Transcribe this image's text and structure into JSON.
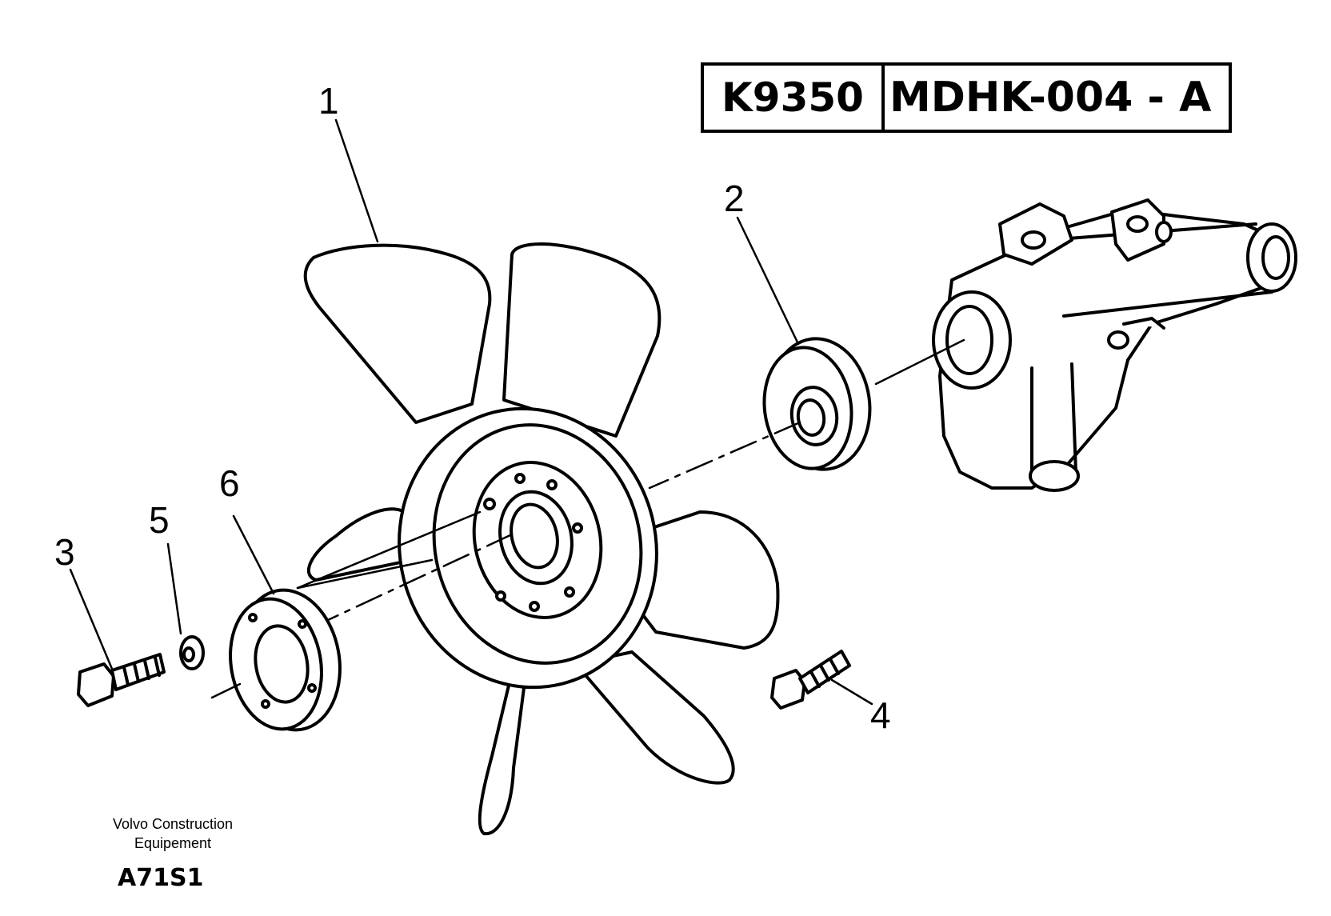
{
  "reference": {
    "code": "K9350",
    "section": "MDHK-004 - A"
  },
  "callouts": [
    {
      "number": "1",
      "part": "fan"
    },
    {
      "number": "2",
      "part": "spacer"
    },
    {
      "number": "3",
      "part": "bolt"
    },
    {
      "number": "4",
      "part": "bolt"
    },
    {
      "number": "5",
      "part": "washer"
    },
    {
      "number": "6",
      "part": "flange"
    }
  ],
  "footer": {
    "credit_line1": "Volvo Construction",
    "credit_line2": "Equipement",
    "figure_id": "A71S1"
  }
}
